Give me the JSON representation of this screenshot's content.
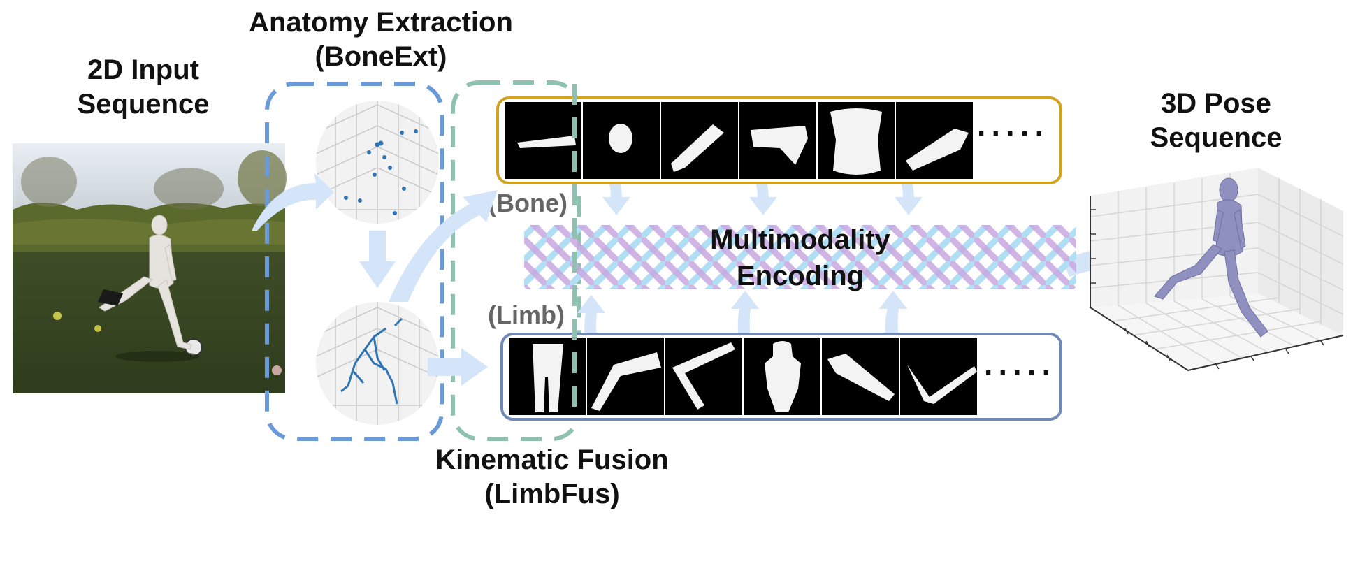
{
  "labels": {
    "input_line1": "2D Input",
    "input_line2": "Sequence",
    "anatomy_line1": "Anatomy Extraction",
    "anatomy_line2": "(BoneExt)",
    "kinematic_line1": "Kinematic Fusion",
    "kinematic_line2": "(LimbFus)",
    "output_line1": "3D Pose",
    "output_line2": "Sequence",
    "encoding_line1": "Multimodality",
    "encoding_line2": "Encoding",
    "bone_branch": "(Bone)",
    "limb_branch": "(Limb)",
    "bone_ellipsis": "·····",
    "limb_ellipsis": "·····"
  },
  "bone_parts": [
    "forearm",
    "head",
    "lower-leg",
    "thigh",
    "torso",
    "upper-arm"
  ],
  "limb_parts": [
    "legs",
    "leg-bent",
    "leg-folded",
    "upper-body",
    "arm",
    "arm-bent"
  ],
  "colors": {
    "boneext_box": "#6a9ad8",
    "limbfus_box": "#8ec1b0",
    "bone_row_border": "#d3a21e",
    "limb_row_border": "#6f8ab5",
    "arrow": "#d4e4f9",
    "stripe_a": "#b0def4",
    "stripe_b": "#c8a8e0",
    "figure": "#8f90c0"
  }
}
